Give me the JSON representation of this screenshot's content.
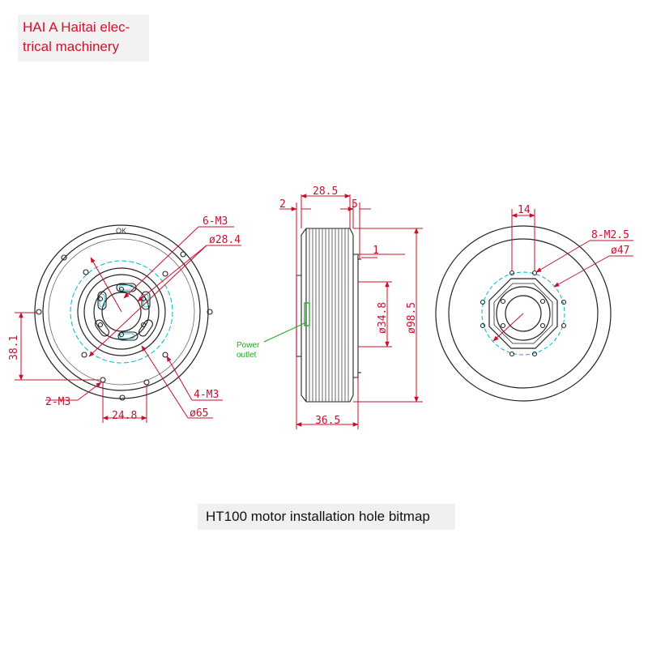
{
  "brand": {
    "line1": "HAI A Haitai elec-",
    "line2": "trical machinery"
  },
  "caption": "HT100 motor installation hole bitmap",
  "colors": {
    "dimension": "#c8102e",
    "outline": "#222222",
    "centerline": "#00b8c8",
    "callout": "#1fa81f"
  },
  "front_view": {
    "stamp": "OK",
    "labels": {
      "holes_6": "6-M3",
      "dia_inner": "ø28.4",
      "height": "38.1",
      "holes_2": "2-M3",
      "holes_4": "4-M3",
      "width": "24.8",
      "dia_pcd": "ø65"
    }
  },
  "side_view": {
    "labels": {
      "left_gap": "2",
      "top_width": "28.5",
      "right_gap": "5",
      "step": "1",
      "dia_boss": "ø34.8",
      "dia_outer": "ø98.5",
      "total_width": "36.5"
    },
    "callout": {
      "line1": "Power",
      "line2": "outlet"
    }
  },
  "rear_view": {
    "labels": {
      "spacing": "14",
      "holes_8": "8-M2.5",
      "dia_pcd": "ø47"
    }
  }
}
